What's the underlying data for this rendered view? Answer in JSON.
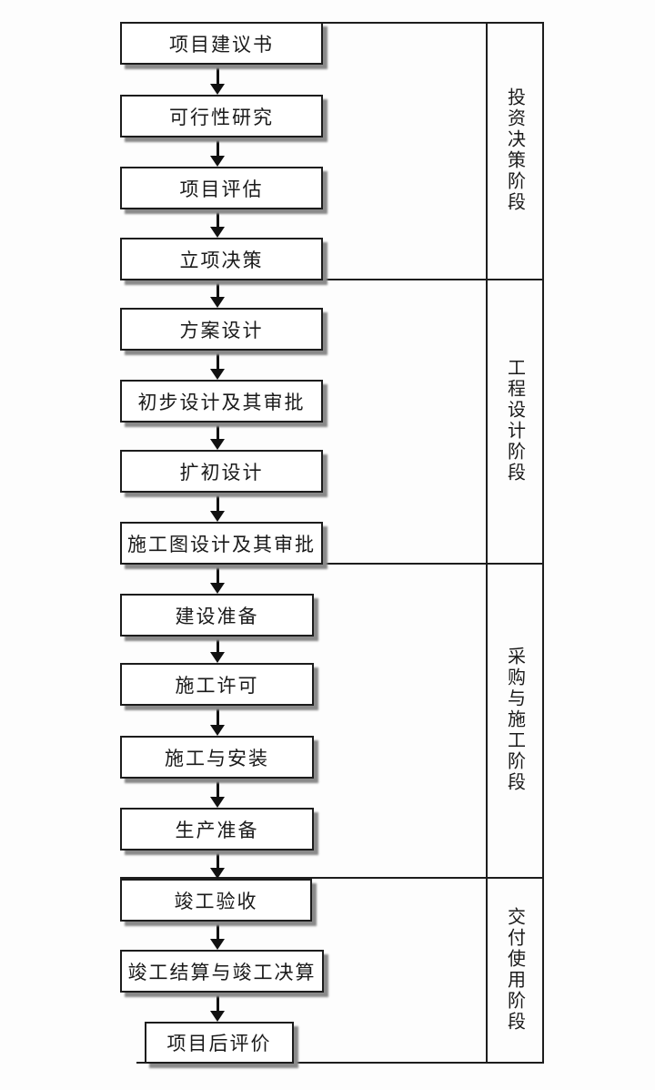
{
  "flowchart": {
    "steps": [
      {
        "label": "项目建议书"
      },
      {
        "label": "可行性研究"
      },
      {
        "label": "项目评估"
      },
      {
        "label": "立项决策"
      },
      {
        "label": "方案设计"
      },
      {
        "label": "初步设计及其审批"
      },
      {
        "label": "扩初设计"
      },
      {
        "label": "施工图设计及其审批"
      },
      {
        "label": "建设准备"
      },
      {
        "label": "施工许可"
      },
      {
        "label": "施工与安装"
      },
      {
        "label": "生产准备"
      },
      {
        "label": "竣工验收"
      },
      {
        "label": "竣工结算与竣工决算"
      },
      {
        "label": "项目后评价"
      }
    ],
    "phases": [
      {
        "label": "投资决策阶段"
      },
      {
        "label": "工程设计阶段"
      },
      {
        "label": "采购与施工阶段"
      },
      {
        "label": "交付使用阶段"
      }
    ],
    "icons": {
      "flow_connector": "down-arrow"
    },
    "colors": {
      "background": "#fdfdfd",
      "line": "#1d1d1d",
      "box_fill": "#ffffff",
      "box_shadow": "#8a8a8a",
      "text": "#1a1a1a"
    }
  }
}
